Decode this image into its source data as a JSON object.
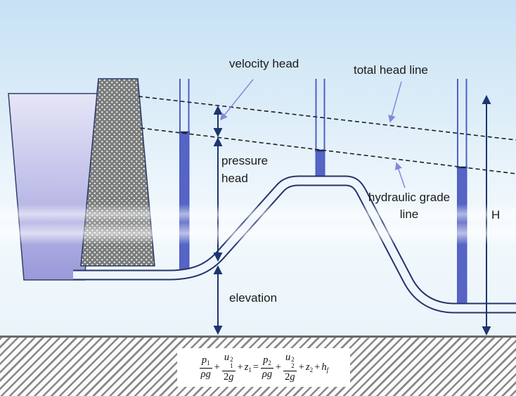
{
  "labels": {
    "velocity_head": "velocity head",
    "total_head_line": "total head line",
    "pressure_head": "pressure head",
    "hydraulic_grade_line": "hydraulic grade line",
    "elevation": "elevation",
    "height_symbol": "H"
  },
  "equation": {
    "var_p": "p",
    "var_u": "u",
    "var_z": "z",
    "var_h": "h",
    "rho": "ρ",
    "g": "g",
    "num2": "2",
    "sub1": "1",
    "sub2": "2",
    "subf": "f",
    "sup2": "2",
    "plus": "+",
    "equals": "="
  },
  "colors": {
    "background_top": "#c7e1f4",
    "background_bottom": "#e7f1fa",
    "water_light": "#e4e4f6",
    "water_dark": "#9a99d9",
    "dam_gray": "#7b7d7c",
    "pipe_outline": "#25346b",
    "pipe_inner": "#eef5fc",
    "tube_fill": "#5664c4",
    "tube_wall": "#4f5fc6",
    "dashed_line": "#1f1f1f",
    "measure_arrow": "#1c366e",
    "pointer_arrow": "#8588d8",
    "ground_hatch": "#888888",
    "equation_box": "#ffffff"
  }
}
